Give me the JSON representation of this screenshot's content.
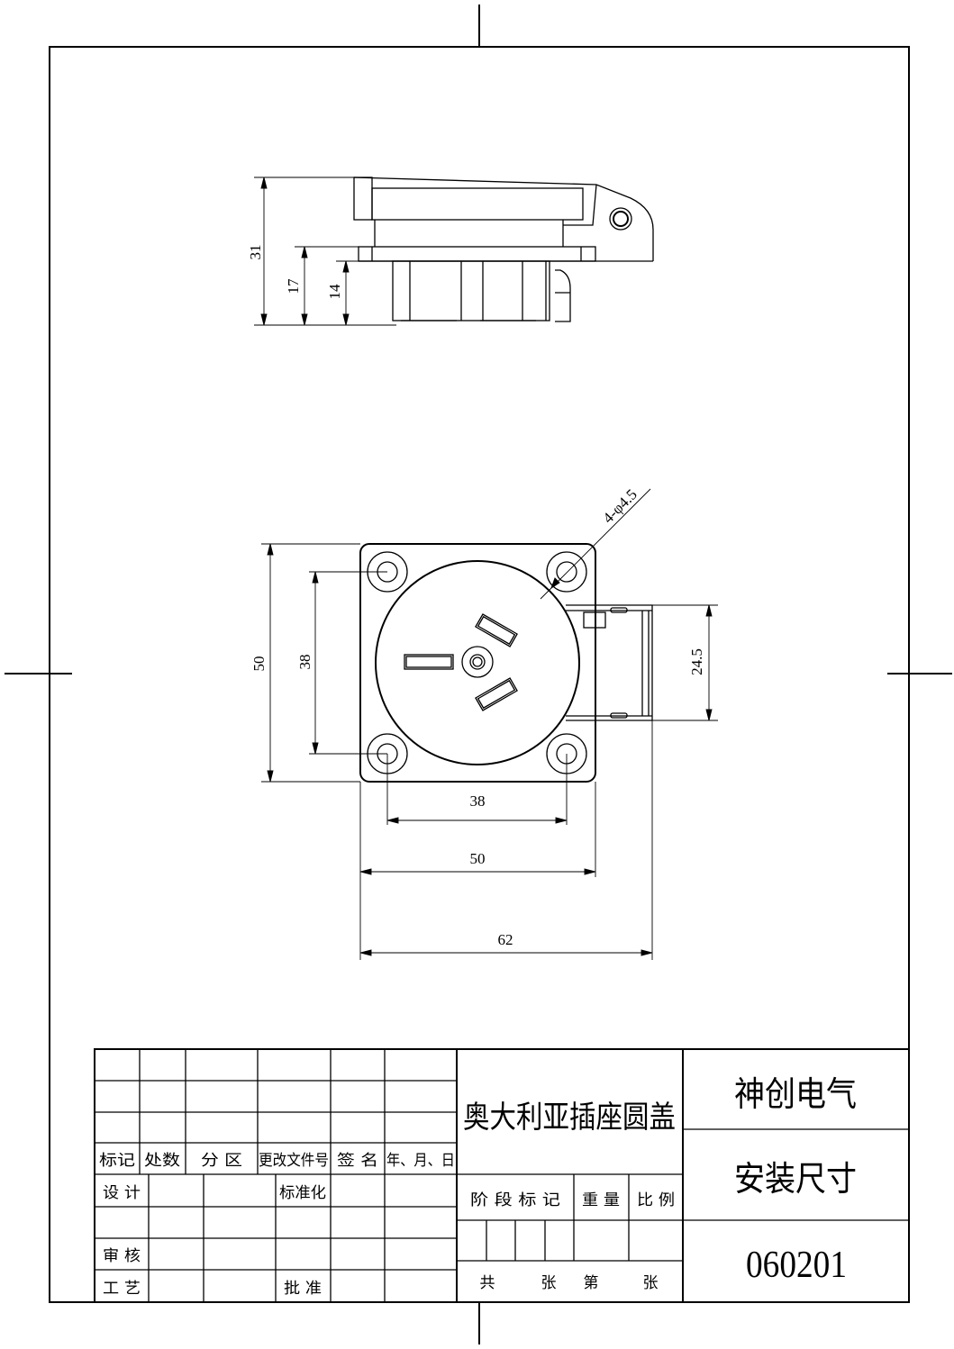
{
  "dimensions": {
    "side_overall_height": "31",
    "side_flange_height": "17",
    "side_body_height": "14",
    "front_plate_height": "50",
    "front_hole_spacing_vertical": "38",
    "front_cover_height": "24.5",
    "front_hole_spacing_horizontal": "38",
    "front_plate_width": "50",
    "front_overall_width": "62",
    "holes_callout": "4-φ4.5"
  },
  "title_block": {
    "revision_headers": [
      "标记",
      "处数",
      "分 区",
      "更改文件号",
      "签 名",
      "年、月、日"
    ],
    "design": "设 计",
    "standardization": "标准化",
    "review": "审 核",
    "process": "工 艺",
    "approval": "批 准",
    "part_name": "奥大利亚插座圆盖",
    "stage_mark": "阶 段 标 记",
    "weight": "重 量",
    "scale": "比 例",
    "sheets_total": "共",
    "sheets_unit1": "张",
    "sheet_no": "第",
    "sheets_unit2": "张",
    "company": "神创电气",
    "drawing_title": "安装尺寸",
    "drawing_number": "060201"
  }
}
